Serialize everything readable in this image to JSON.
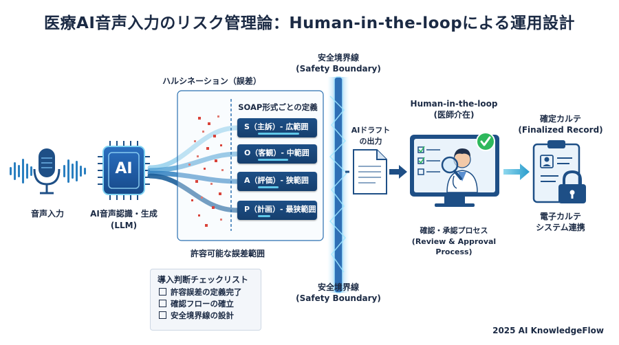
{
  "title": "医療AI音声入力のリスク管理論：Human-in-the-loopによる運用設計",
  "voice_input": {
    "label": "音声入力"
  },
  "ai_engine": {
    "chip_text": "AI",
    "label_line1": "AI音声認識・生成",
    "label_line2": "(LLM)"
  },
  "hallucination": {
    "label": "ハルシネーション（誤差）"
  },
  "tolerance": {
    "label": "許容可能な誤差範囲"
  },
  "soap": {
    "heading": "SOAP形式ごとの定義",
    "items": [
      {
        "label": "S（主訴）- 広範囲"
      },
      {
        "label": "O（客観）- 中範囲"
      },
      {
        "label": "A（評価）- 狭範囲"
      },
      {
        "label": "P（計画）- 最狭範囲"
      }
    ]
  },
  "boundary": {
    "top_line1": "安全境界線",
    "top_line2": "(Safety Boundary)",
    "bottom_line1": "安全境界線",
    "bottom_line2": "(Safety Boundary)"
  },
  "draft": {
    "line1": "AIドラフト",
    "line2": "の出力"
  },
  "hitl": {
    "line1": "Human-in-the-loop",
    "line2": "(医師介在)",
    "process_line1": "確認・承認プロセス",
    "process_line2": "(Review & Approval",
    "process_line3": "Process)"
  },
  "final": {
    "line1": "確定カルテ",
    "line2": "(Finalized Record)",
    "system_line1": "電子カルテ",
    "system_line2": "システム連携"
  },
  "checklist": {
    "title": "導入判断チェックリスト",
    "items": [
      {
        "label": "許容誤差の定義完了"
      },
      {
        "label": "確認フローの確立"
      },
      {
        "label": "安全境界線の設計"
      }
    ]
  },
  "credit": "2025 AI KnowledgeFlow",
  "colors": {
    "navy": "#1b2a44",
    "box": "#1d4f86",
    "accent": "#2aa8d8",
    "check": "#2eb85c",
    "error": "#d9433a"
  }
}
